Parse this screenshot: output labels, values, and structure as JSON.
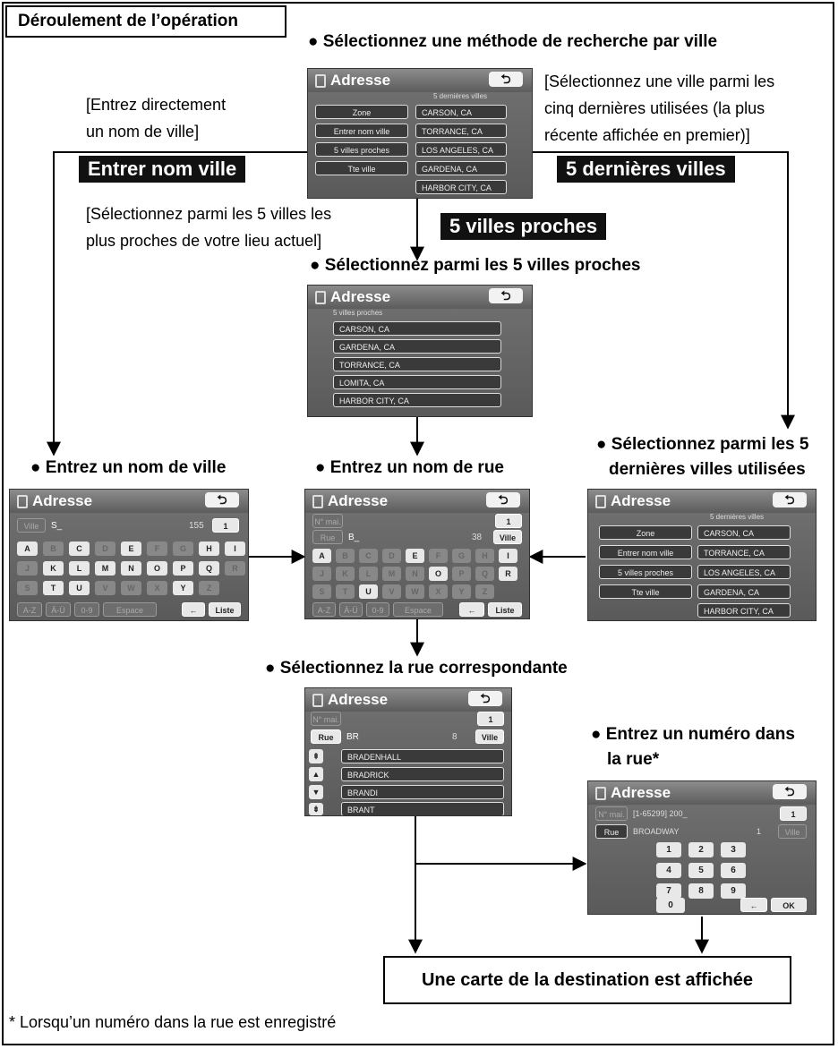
{
  "title": "Déroulement de l’opération",
  "footnote": "* Lorsqu’un numéro dans la rue est enregistré",
  "steps": {
    "method": "● Sélectionnez une méthode de recherche par ville",
    "near": "● Sélectionnez parmi les 5 villes proches",
    "city": "● Entrez un nom de ville",
    "street": "● Entrez un nom de rue",
    "recent_1": "● Sélectionnez parmi les 5",
    "recent_2": "dernières villes utilisées",
    "match": "● Sélectionnez la rue correspondante",
    "number_1": "● Entrez un numéro dans",
    "number_2": "la rue*"
  },
  "notes": {
    "direct_1": "[Entrez directement",
    "direct_2": "un nom de ville]",
    "recent_1": "[Sélectionnez une ville parmi les",
    "recent_2": "cinq dernières utilisées (la plus",
    "recent_3": "récente affichée en premier)]",
    "near_1": "[Sélectionnez parmi les 5 villes les",
    "near_2": "plus proches de votre lieu actuel]"
  },
  "labels": {
    "enter_city": "Entrer nom ville",
    "last_cities": "5 dernières villes",
    "near_cities": "5 villes proches"
  },
  "destination": "Une carte de la destination est affichée",
  "screen": {
    "title": "Adresse",
    "back": "⮌",
    "menu": [
      "Zone",
      "Entrer nom ville",
      "5 villes proches",
      "Tte ville"
    ],
    "recent_header": "5 dernières villes",
    "recent": [
      "CARSON, CA",
      "TORRANCE, CA",
      "LOS ANGELES, CA",
      "GARDENA, CA",
      "HARBOR CITY, CA"
    ],
    "near_header": "5 villes proches",
    "near": [
      "CARSON, CA",
      "GARDENA, CA",
      "TORRANCE, CA",
      "LOMITA, CA",
      "HARBOR CITY, CA"
    ],
    "city_tag": "Ville",
    "city_input": "S_",
    "city_count": "155",
    "one": "1",
    "keys_city": [
      "A",
      "B",
      "C",
      "D",
      "E",
      "F",
      "G",
      "H",
      "I",
      "J",
      "K",
      "L",
      "M",
      "N",
      "O",
      "P",
      "Q",
      "R",
      "S",
      "T",
      "U",
      "V",
      "W",
      "X",
      "Y",
      "Z"
    ],
    "keys_street": [
      "A",
      "B",
      "C",
      "D",
      "E",
      "F",
      "G",
      "H",
      "I",
      "J",
      "K",
      "L",
      "M",
      "N",
      "O",
      "P",
      "Q",
      "R",
      "S",
      "T",
      "U",
      "V",
      "W",
      "X",
      "Y",
      "Z"
    ],
    "bottom_keys": [
      "A-Z",
      "Ä-Ü",
      "0-9",
      "Espace",
      "←",
      "Liste"
    ],
    "n_mai": "N° mai.",
    "rue": "Rue",
    "street_input": "B_",
    "street_count": "38",
    "ville": "Ville",
    "match_input": "BR",
    "match_count": "8",
    "streets": [
      "BRADENHALL",
      "BRADRICK",
      "BRANDI",
      "BRANT"
    ],
    "number_input": "[1-65299] 200_",
    "number_street": "BROADWAY",
    "numpad": [
      "1",
      "2",
      "3",
      "4",
      "5",
      "6",
      "7",
      "8",
      "9"
    ],
    "zero": "0",
    "ok": "OK"
  }
}
